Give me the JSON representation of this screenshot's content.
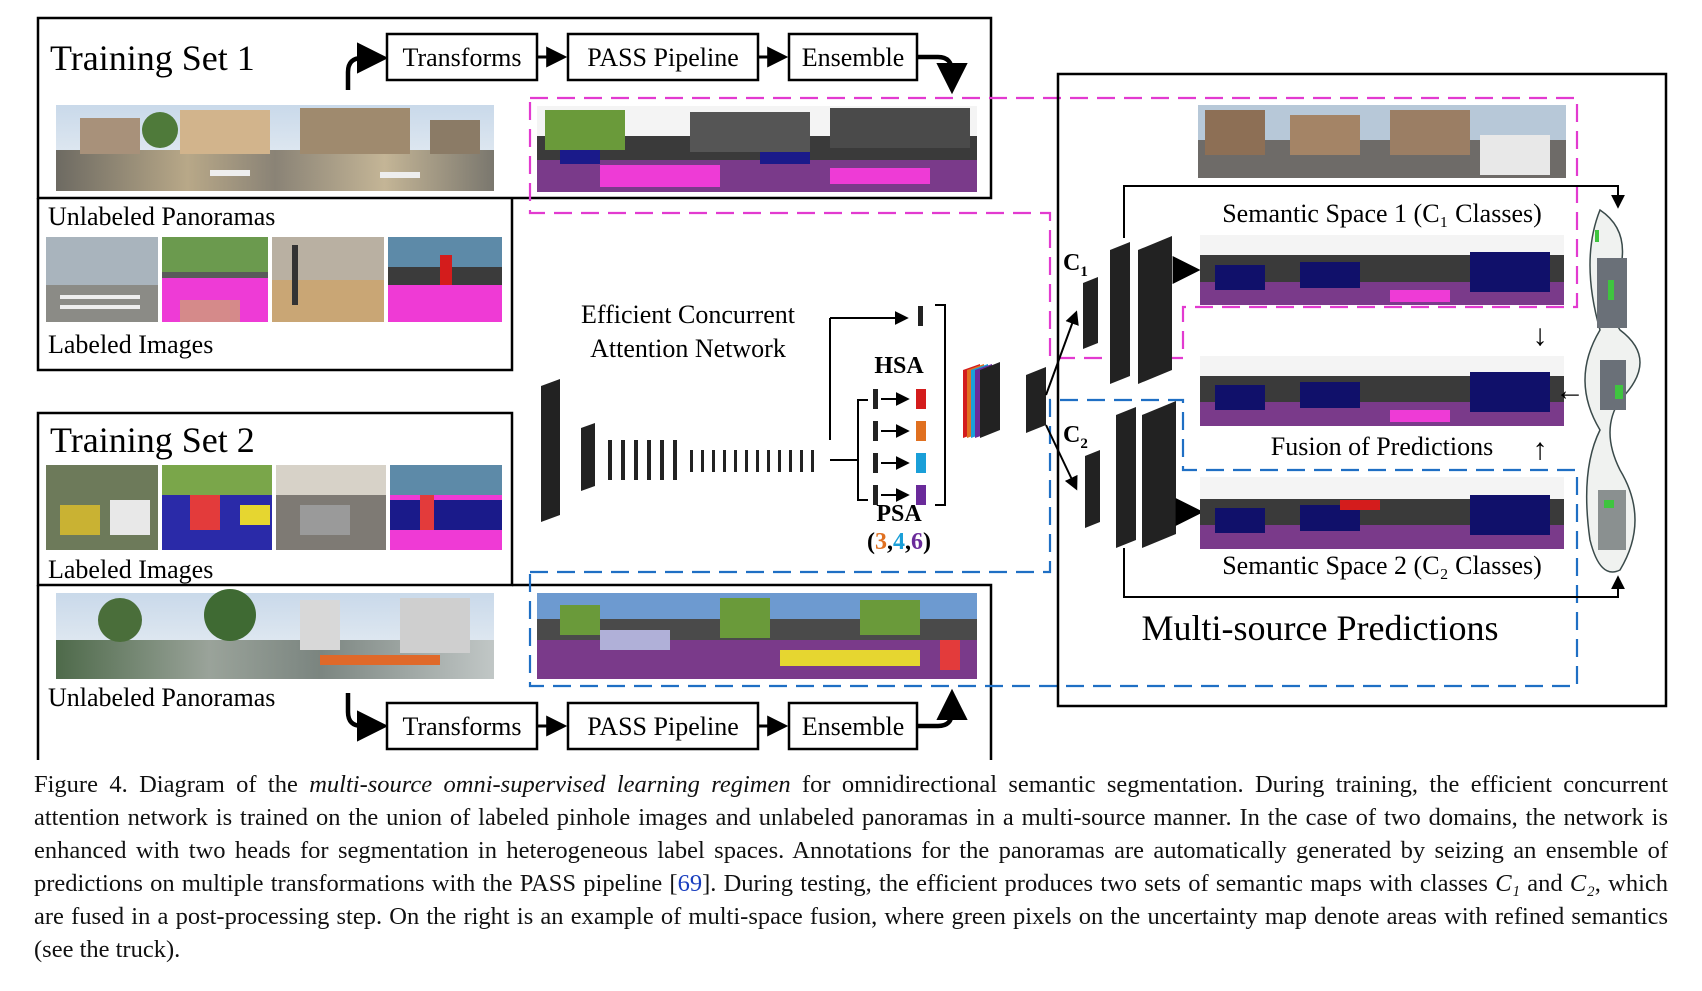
{
  "figure": {
    "training_set_1": {
      "title": "Training Set 1",
      "unlabeled_label": "Unlabeled Panoramas",
      "labeled_label": "Labeled Images"
    },
    "training_set_2": {
      "title": "Training Set 2",
      "labeled_label": "Labeled Images",
      "unlabeled_label": "Unlabeled Panoramas"
    },
    "pipeline_top": [
      "Transforms",
      "PASS Pipeline",
      "Ensemble"
    ],
    "pipeline_bottom": [
      "Transforms",
      "PASS Pipeline",
      "Ensemble"
    ],
    "network": {
      "name_line1": "Efficient Concurrent",
      "name_line2": "Attention Network",
      "hsa_label": "HSA",
      "psa_label": "PSA",
      "psa_open": "(",
      "psa_scales": [
        "3",
        "4",
        "6"
      ],
      "psa_close": ")",
      "psa_sep": ",",
      "head1": "C",
      "head1_sub": "1",
      "head2": "C",
      "head2_sub": "2"
    },
    "predictions": {
      "title": "Multi-source Predictions",
      "space1": "Semantic Space 1 (C₁ Classes)",
      "space2": "Semantic Space 2 (C₂ Classes)",
      "fusion": "Fusion of Predictions"
    },
    "colors": {
      "magenta_dash": "#e23ad0",
      "blue_dash": "#1f6fc4",
      "psa_3": "#e07020",
      "psa_4": "#1a9fd8",
      "psa_6": "#6a2a9a",
      "hsa_red": "#d41c1c"
    }
  },
  "caption": {
    "prefix": "Figure 4. Diagram of the ",
    "emph": "multi-source omni-supervised learning regimen",
    "part1": " for omnidirectional semantic segmentation. During training, the efficient concurrent attention network is trained on the union of labeled pinhole images and unlabeled panoramas in a multi-source manner. In the case of two domains, the network is enhanced with two heads for segmentation in heterogeneous label spaces. Annotations for the panoramas are automatically generated by seizing an ensemble of predictions on multiple transformations with the PASS pipeline [",
    "ref": "69",
    "part2": "]. During testing, the efficient produces two sets of semantic maps with classes ",
    "c1": "C₁",
    "and": " and ",
    "c2": "C₂",
    "part3": ", which are fused in a post-processing step. On the right is an example of multi-space fusion, where green pixels on the uncertainty map denote areas with refined semantics (see the truck)."
  }
}
